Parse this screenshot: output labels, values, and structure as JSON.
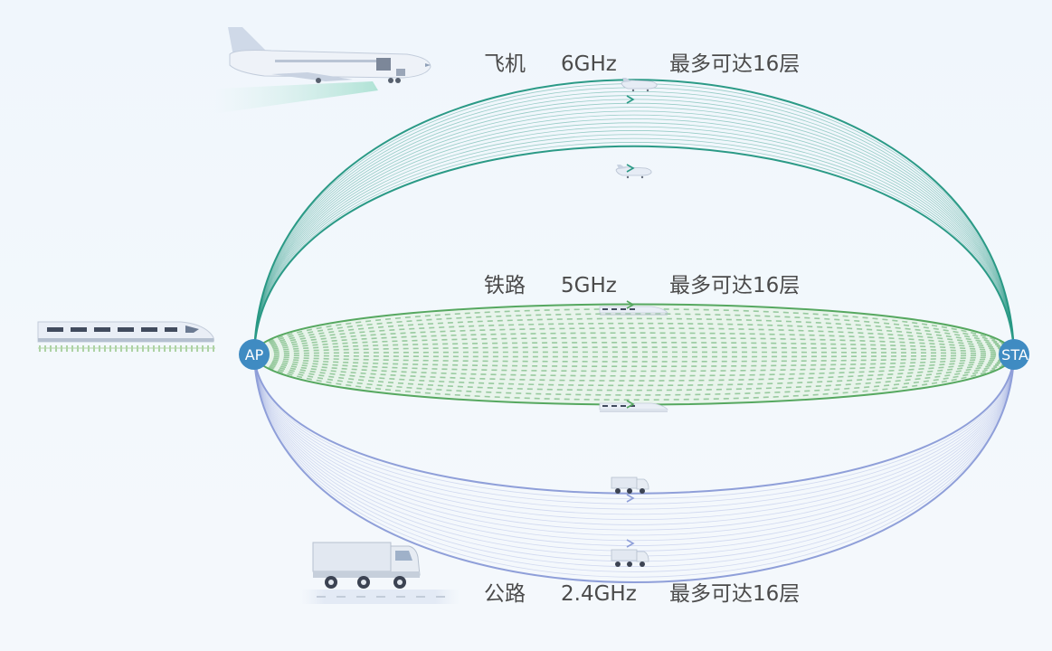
{
  "nodes": {
    "ap": "AP",
    "sta": "STA"
  },
  "bands": [
    {
      "mode": "飞机",
      "frequency": "6GHz",
      "capacity": "最多可达16层",
      "color": "#2b9a86"
    },
    {
      "mode": "铁路",
      "frequency": "5GHz",
      "capacity": "最多可达16层",
      "color": "#56a860"
    },
    {
      "mode": "公路",
      "frequency": "2.4GHz",
      "capacity": "最多可达16层",
      "color": "#8f9fd9"
    }
  ],
  "icons": {
    "airplane": "airplane-icon",
    "train": "train-icon",
    "truck": "truck-icon"
  },
  "colors": {
    "node_fill": "#3f8bc2",
    "background": "#f2f7fc",
    "text": "#4b4b4b"
  }
}
